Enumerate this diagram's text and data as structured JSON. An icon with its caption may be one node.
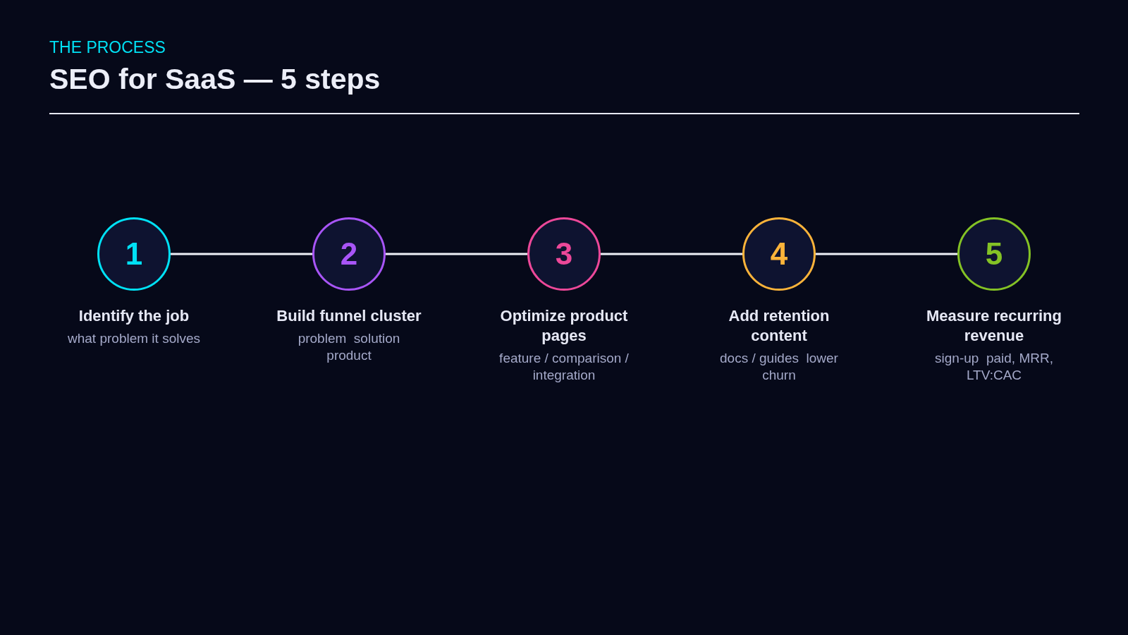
{
  "diagram": {
    "title": "SEO for SaaS — 5 steps",
    "nodes": [
      {
        "text": [
          "1"
        ],
        "beside": [
          "Identify the job",
          "what problem it solves"
        ]
      },
      {
        "text": [
          "2"
        ],
        "beside": [
          "Build funnel cluster",
          "problem  solution  product"
        ]
      },
      {
        "text": [
          "3"
        ],
        "beside": [
          "Optimize product pages",
          "feature / comparison / integration"
        ]
      },
      {
        "text": [
          "4"
        ],
        "beside": [
          "Add retention content",
          "docs / guides  lower churn"
        ]
      },
      {
        "text": [
          "5"
        ],
        "beside": [
          "Measure recurring revenue",
          "sign-up  paid, MRR, LTV:CAC"
        ]
      }
    ],
    "edges": [
      {
        "from": 0,
        "to": 1,
        "arrow": "none"
      },
      {
        "from": 1,
        "to": 2,
        "arrow": "none"
      },
      {
        "from": 2,
        "to": 3,
        "arrow": "none"
      },
      {
        "from": 3,
        "to": 4,
        "arrow": "none"
      }
    ],
    "labels": [
      "THE PROCESS"
    ]
  }
}
